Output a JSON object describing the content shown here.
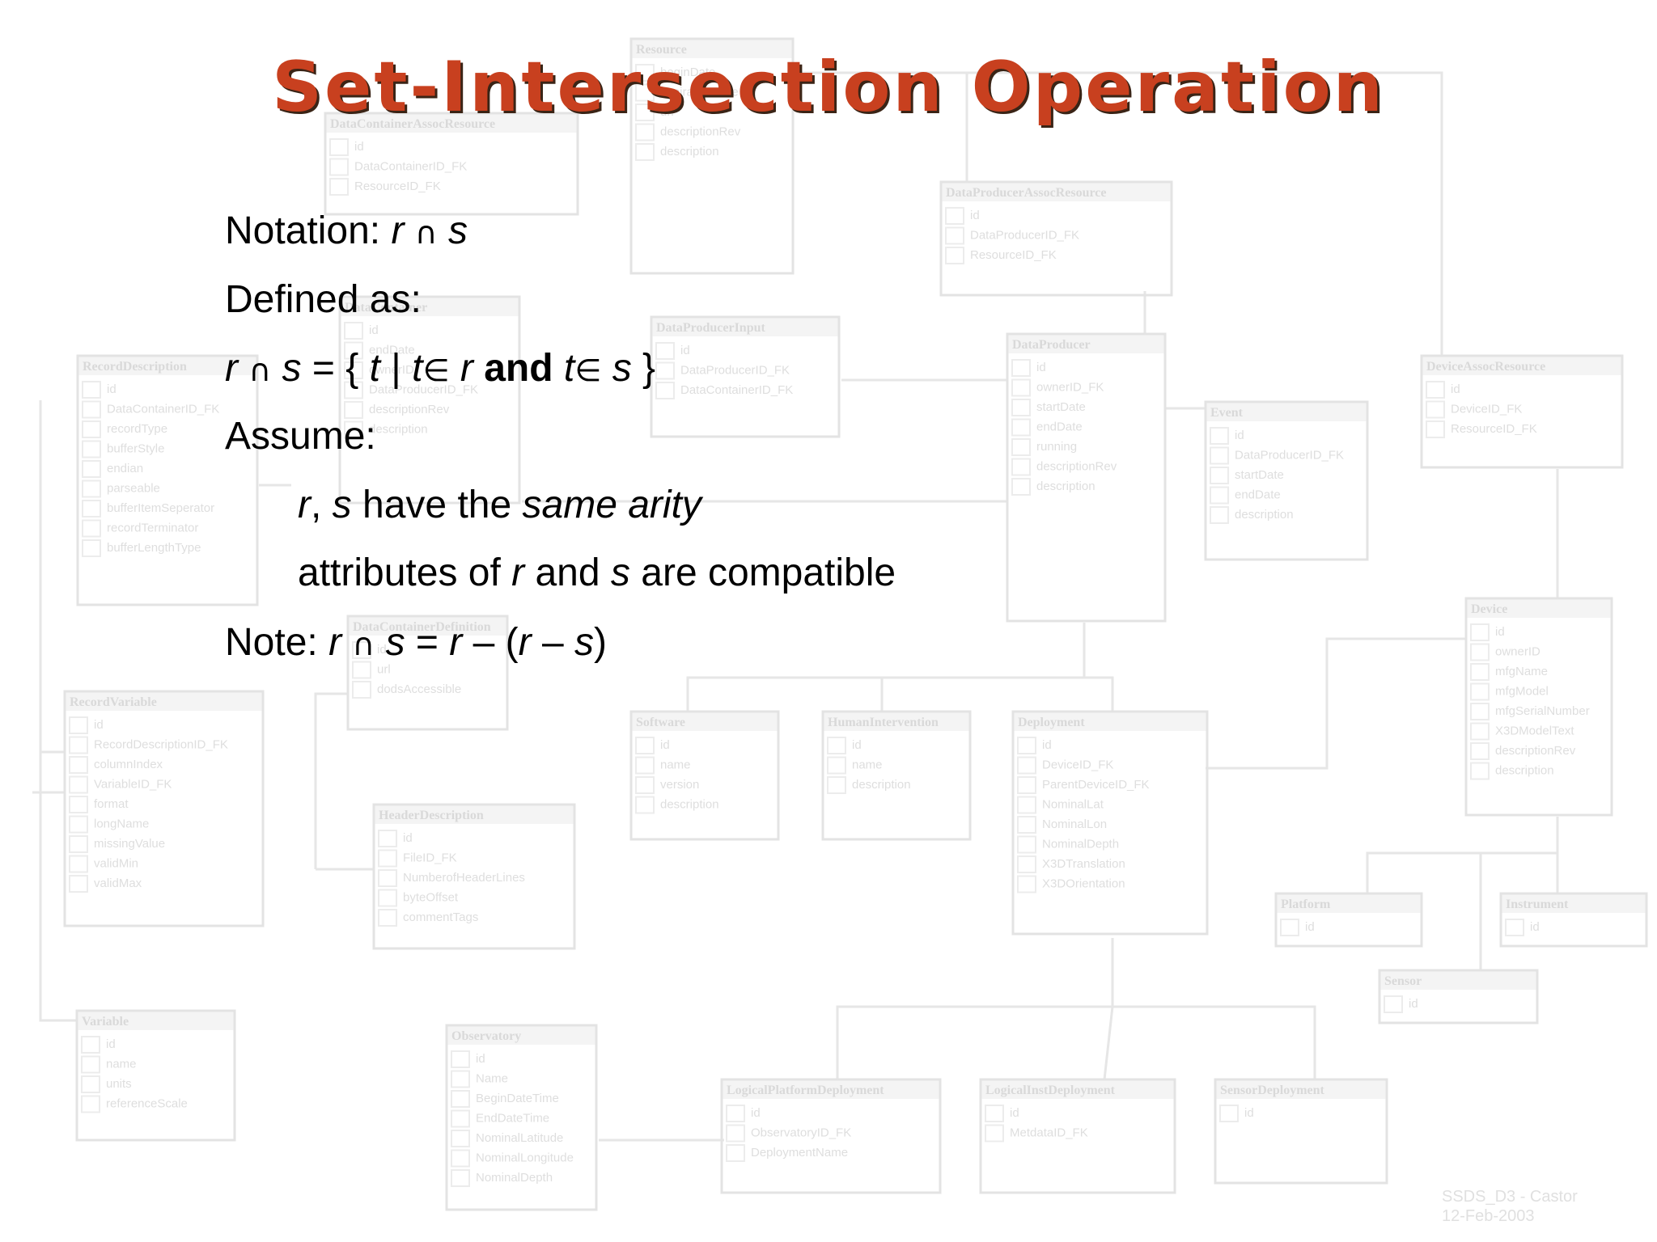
{
  "slide": {
    "title": "Set-Intersection Operation",
    "notation_label": "Notation:",
    "notation_expr": [
      "r",
      "∩",
      "s"
    ],
    "defined_as": "Defined as:",
    "definition": {
      "lhs": [
        "r",
        "∩",
        "s"
      ],
      "eq_open": "= {",
      "t1": "t",
      "bar": "|",
      "t2": "t",
      "elem1": "∈",
      "r": "r",
      "and": "and",
      "t3": "t",
      "elem2": "∈",
      "s": "s",
      "close": "}"
    },
    "assume": "Assume:",
    "assumptions": [
      {
        "r": "r",
        "comma": ",",
        "s": "s",
        "text": "have the",
        "emph": "same arity"
      },
      {
        "prefix": "attributes of",
        "r": "r",
        "and": "and",
        "s": "s",
        "suffix": "are compatible"
      }
    ],
    "note": {
      "label": "Note:",
      "r1": "r",
      "cap": "∩",
      "s1": "s",
      "eq": "=",
      "r2": "r",
      "minus": "–",
      "open": "(",
      "r3": "r",
      "minus2": "–",
      "s2": "s",
      "close": ")"
    }
  },
  "background_diagram": {
    "tables": [
      {
        "title": "Resource",
        "fields": [
          "beginDate",
          "expirationDate",
          "url",
          "descriptionRev",
          "description"
        ]
      },
      {
        "title": "DataContainerAssocResource",
        "fields": [
          "id",
          "DataContainerID_FK",
          "ResourceID_FK"
        ]
      },
      {
        "title": "DataProducerAssocResource",
        "fields": [
          "id",
          "DataProducerID_FK",
          "ResourceID_FK"
        ]
      },
      {
        "title": "RecordDescription",
        "fields": [
          "id",
          "DataContainerID_FK",
          "recordType",
          "bufferStyle",
          "endian",
          "parseable",
          "bufferItemSeperator",
          "recordTerminator",
          "bufferLengthType"
        ]
      },
      {
        "title": "DataContainer",
        "fields": [
          "id",
          "endDate",
          "ownerID",
          "DataProducerID_FK",
          "descriptionRev",
          "description"
        ]
      },
      {
        "title": "DataProducerInput",
        "fields": [
          "id",
          "DataProducerID_FK",
          "DataContainerID_FK"
        ]
      },
      {
        "title": "DataProducer",
        "fields": [
          "id",
          "ownerID_FK",
          "startDate",
          "endDate",
          "running",
          "descriptionRev",
          "description"
        ]
      },
      {
        "title": "Event",
        "fields": [
          "id",
          "DataProducerID_FK",
          "startDate",
          "endDate",
          "description"
        ]
      },
      {
        "title": "DeviceAssocResource",
        "fields": [
          "id",
          "DeviceID_FK",
          "ResourceID_FK"
        ]
      },
      {
        "title": "DataContainerDefinition",
        "fields": [
          "id",
          "url",
          "dodsAccessible"
        ]
      },
      {
        "title": "RecordVariable",
        "fields": [
          "id",
          "RecordDescriptionID_FK",
          "columnIndex",
          "VariableID_FK",
          "format",
          "longName",
          "missingValue",
          "validMin",
          "validMax"
        ]
      },
      {
        "title": "Software",
        "fields": [
          "id",
          "name",
          "version",
          "description"
        ]
      },
      {
        "title": "HumanIntervention",
        "fields": [
          "id",
          "name",
          "description"
        ]
      },
      {
        "title": "Deployment",
        "fields": [
          "id",
          "DeviceID_FK",
          "ParentDeviceID_FK",
          "NominalLat",
          "NominalLon",
          "NominalDepth",
          "X3DTranslation",
          "X3DOrientation"
        ]
      },
      {
        "title": "Device",
        "fields": [
          "id",
          "ownerID",
          "mfgName",
          "mfgModel",
          "mfgSerialNumber",
          "X3DModelText",
          "descriptionRev",
          "description"
        ]
      },
      {
        "title": "HeaderDescription",
        "fields": [
          "id",
          "FileID_FK",
          "NumberofHeaderLines",
          "byteOffset",
          "commentTags"
        ]
      },
      {
        "title": "Platform",
        "fields": [
          "id"
        ]
      },
      {
        "title": "Instrument",
        "fields": [
          "id"
        ]
      },
      {
        "title": "Sensor",
        "fields": [
          "id"
        ]
      },
      {
        "title": "Variable",
        "fields": [
          "id",
          "name",
          "units",
          "referenceScale"
        ]
      },
      {
        "title": "Observatory",
        "fields": [
          "id",
          "Name",
          "BeginDateTime",
          "EndDateTime",
          "NominalLatitude",
          "NominalLongitude",
          "NominalDepth"
        ]
      },
      {
        "title": "LogicalPlatformDeployment",
        "fields": [
          "id",
          "ObservatoryID_FK",
          "DeploymentName"
        ]
      },
      {
        "title": "LogicalInstDeployment",
        "fields": [
          "id",
          "MetdataID_FK"
        ]
      },
      {
        "title": "SensorDeployment",
        "fields": [
          "id"
        ]
      }
    ],
    "footer": [
      "SSDS_D3 - Castor",
      "12-Feb-2003"
    ]
  }
}
